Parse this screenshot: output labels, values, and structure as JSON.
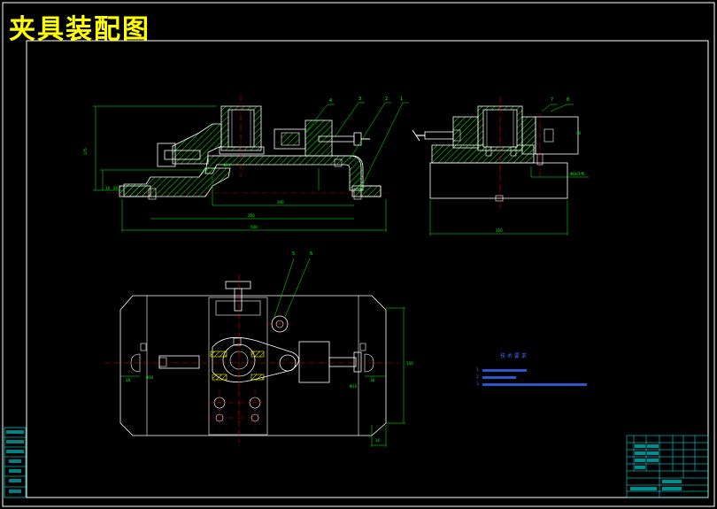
{
  "drawing_title": "夹具装配图",
  "tech_requirements": {
    "title": "技 术 要 求",
    "notes": [
      "1.",
      "2.",
      "3."
    ]
  },
  "fit_annotation": "Φ8H7/f6",
  "part_balloons": [
    "1",
    "2",
    "3",
    "4",
    "5",
    "6",
    "7",
    "8"
  ],
  "colors": {
    "background": "#000000",
    "outline": "#ffffff",
    "dimension": "#00ff00",
    "hatch": "#00ff00",
    "centerline": "#ff0000",
    "leader": "#00ff00",
    "title": "#ffff00",
    "highlight": "#ffff00",
    "note_text": "#3a6bff",
    "frame": "#ffffff",
    "title_block": "#00ffff"
  }
}
